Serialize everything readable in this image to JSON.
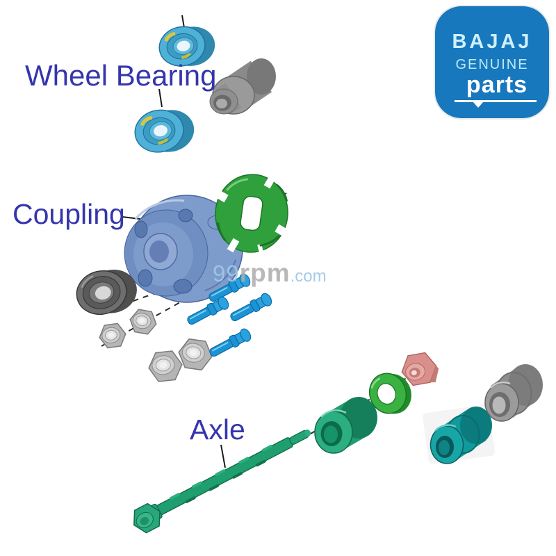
{
  "labels": {
    "wheel_bearing": "Wheel Bearing",
    "coupling": "Coupling",
    "axle": "Axle"
  },
  "logo": {
    "brand": "BAJAJ",
    "genuine": "GENUINE",
    "parts": "parts"
  },
  "watermark": {
    "num": "99",
    "rpm": "rpm",
    "dotcom": ".com"
  },
  "colors": {
    "label_blue": "#3535AD",
    "logo_blue": "#1878BE",
    "watermark_blue": "#A3C9E8",
    "watermark_gray": "#ACACAC",
    "bearing_cyan": "#4FB0D8",
    "bearing_cage_yellow": "#D8C83C",
    "hub_blue": "#7E9CCB",
    "rubber_green": "#2FA03C",
    "axle_green": "#1F9E70",
    "bolt_blue": "#1B93D4",
    "nut_gray": "#B5B5B5",
    "dark_bearing_gray": "#6E6E6E",
    "pink_nut": "#D9908C",
    "teal_bushing": "#18A5A6",
    "gray_bushing": "#8E8E8E"
  },
  "parts": [
    {
      "name": "wheel-bearing-upper",
      "color": "#4FB0D8"
    },
    {
      "name": "wheel-bearing-lower",
      "color": "#4FB0D8"
    },
    {
      "name": "hub-spacer-bushing-top",
      "color": "#8C8C8C"
    },
    {
      "name": "coupling-hub",
      "color": "#7E9CCB"
    },
    {
      "name": "coupling-rubber-damper",
      "color": "#2FA03C"
    },
    {
      "name": "sealed-bearing-dark",
      "color": "#6E6E6E"
    },
    {
      "name": "hex-nut-small-1",
      "color": "#B5B5B5"
    },
    {
      "name": "hex-nut-small-2",
      "color": "#B5B5B5"
    },
    {
      "name": "hex-nut-large-1",
      "color": "#B5B5B5"
    },
    {
      "name": "hex-nut-large-2",
      "color": "#B5B5B5"
    },
    {
      "name": "coupling-bolt-1",
      "color": "#1B93D4"
    },
    {
      "name": "coupling-bolt-2",
      "color": "#1B93D4"
    },
    {
      "name": "coupling-bolt-3",
      "color": "#1B93D4"
    },
    {
      "name": "coupling-bolt-4",
      "color": "#1B93D4"
    },
    {
      "name": "axle-shaft",
      "color": "#1F9E70"
    },
    {
      "name": "axle-spacer-green",
      "color": "#1F9E70"
    },
    {
      "name": "washer-green",
      "color": "#39B242"
    },
    {
      "name": "nut-pink",
      "color": "#D9908C"
    },
    {
      "name": "bushing-teal",
      "color": "#18A5A6"
    },
    {
      "name": "bushing-gray-right",
      "color": "#8E8E8E"
    }
  ]
}
